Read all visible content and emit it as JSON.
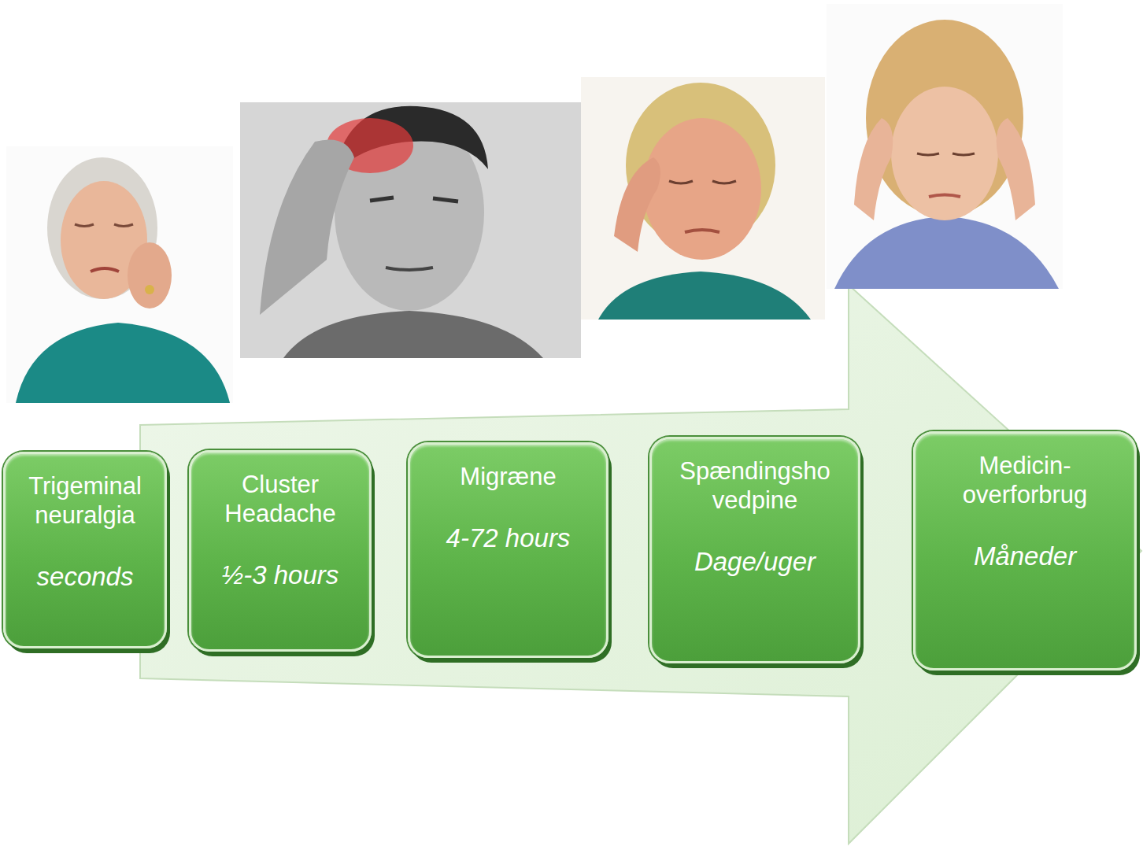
{
  "diagram": {
    "nodes": [
      {
        "text": [
          "Trigeminal neuralgia",
          "seconds"
        ]
      },
      {
        "text": [
          "Cluster Headache",
          "½-3 hours"
        ]
      },
      {
        "text": [
          "Migræne",
          "4-72 hours"
        ]
      },
      {
        "text": [
          "Spændingsho vedpine",
          "Dage/uger"
        ]
      },
      {
        "text": [
          "Medicin- overforbrug",
          "Måneder"
        ]
      }
    ]
  }
}
